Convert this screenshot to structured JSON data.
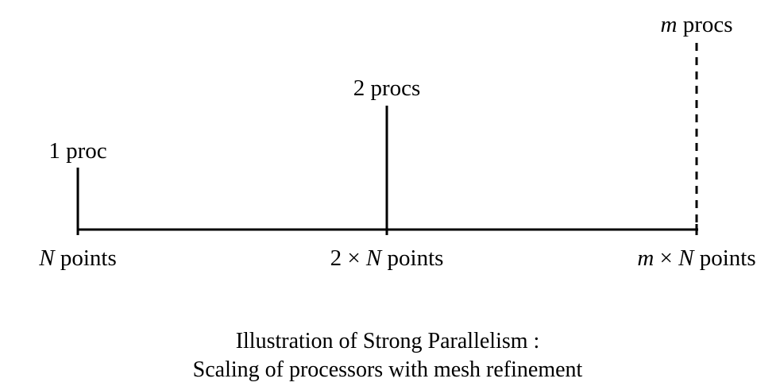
{
  "stages": [
    {
      "procs_var": "",
      "procs_text": "1 proc",
      "points_prefix": "",
      "points_var": "N",
      "points_text": " points"
    },
    {
      "procs_var": "",
      "procs_text": "2 procs",
      "points_prefix": "2 × ",
      "points_var": "N",
      "points_text": " points"
    },
    {
      "procs_var": "m",
      "procs_text": " procs",
      "points_prefix": "",
      "points_var": "m",
      "points_mid": " × ",
      "points_var2": "N",
      "points_text": " points"
    }
  ],
  "caption": {
    "line1": "Illustration of Strong Parallelism :",
    "line2": "Scaling of processors with mesh refinement"
  }
}
